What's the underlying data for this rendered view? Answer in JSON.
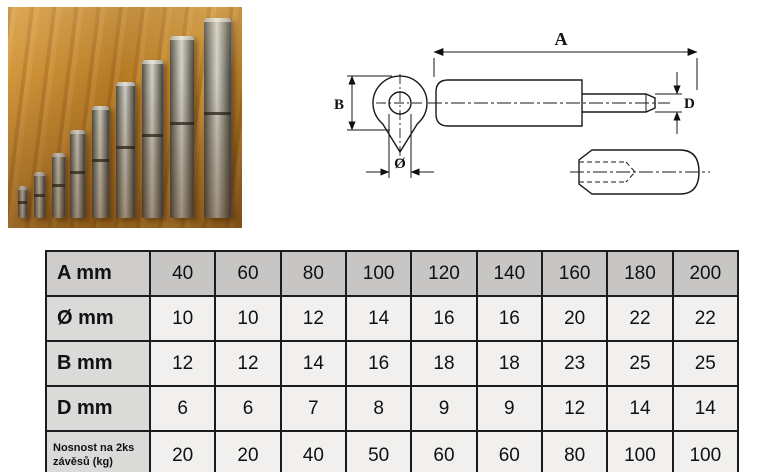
{
  "photo": {
    "description": "nine weld-on hinge pins in ascending sizes standing on a wooden surface"
  },
  "diagram": {
    "dim_a": "A",
    "dim_b": "B",
    "dim_d": "D",
    "dim_diameter": "Ø"
  },
  "table": {
    "rows": [
      {
        "label": "A mm",
        "values": [
          "40",
          "60",
          "80",
          "100",
          "120",
          "140",
          "160",
          "180",
          "200"
        ]
      },
      {
        "label": "Ø mm",
        "values": [
          "10",
          "10",
          "12",
          "14",
          "16",
          "16",
          "20",
          "22",
          "22"
        ]
      },
      {
        "label": "B mm",
        "values": [
          "12",
          "12",
          "14",
          "16",
          "18",
          "18",
          "23",
          "25",
          "25"
        ]
      },
      {
        "label": "D mm",
        "values": [
          "6",
          "6",
          "7",
          "8",
          "9",
          "9",
          "12",
          "14",
          "14"
        ]
      },
      {
        "label": "Nosnost na 2ks závěsů (kg)",
        "values": [
          "20",
          "20",
          "40",
          "50",
          "60",
          "60",
          "80",
          "100",
          "100"
        ]
      }
    ]
  }
}
